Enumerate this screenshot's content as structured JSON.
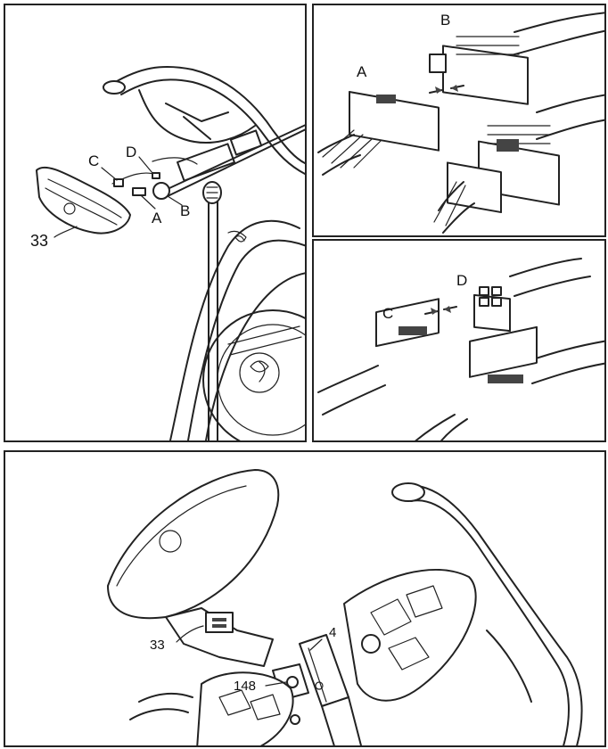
{
  "panel_overview": {
    "part_number": "33",
    "connectors": [
      "A",
      "B",
      "C",
      "D"
    ]
  },
  "panel_connector_ab": {
    "left": "A",
    "right": "B"
  },
  "panel_connector_cd": {
    "left": "C",
    "right": "D"
  },
  "panel_mounting": {
    "part_console": "33",
    "part_post": "4",
    "part_screw": "148"
  }
}
